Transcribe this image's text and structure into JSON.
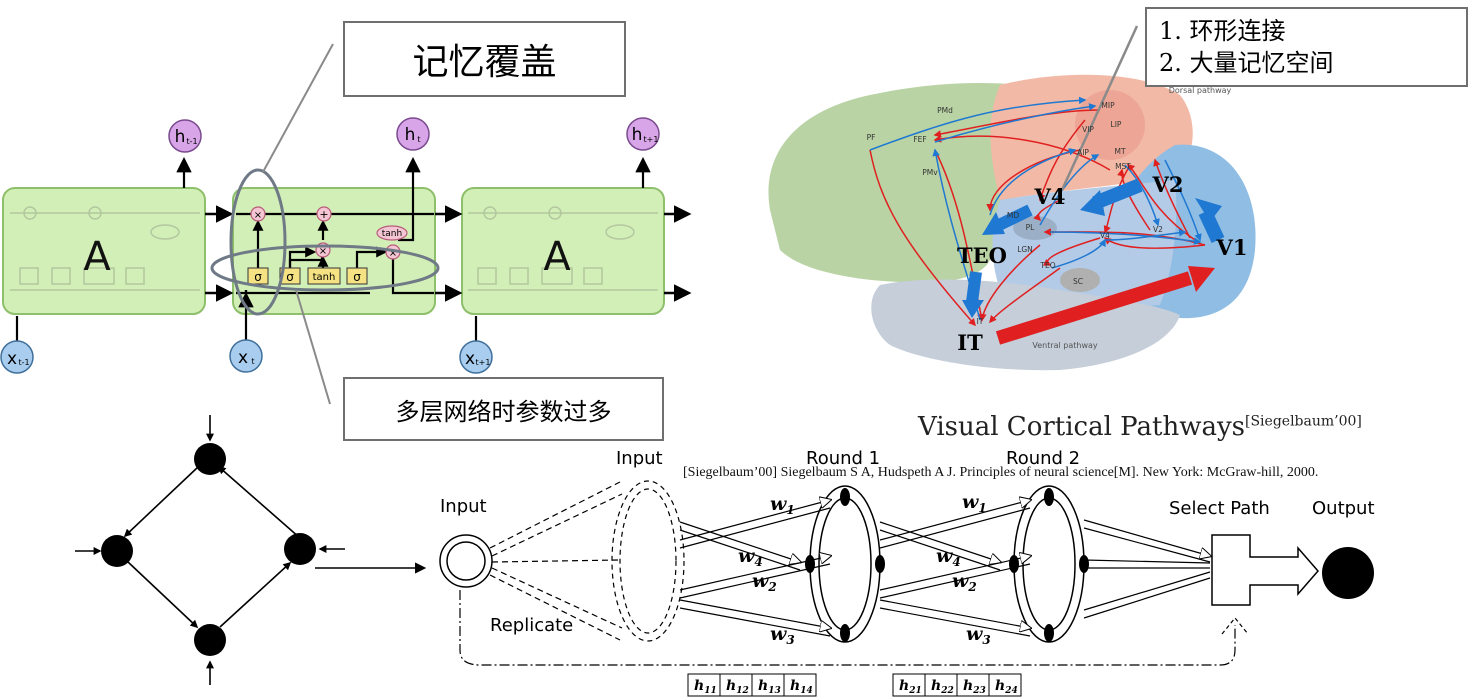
{
  "lstm": {
    "cells": [
      {
        "label": "A",
        "h": "h",
        "h_sub": "t-1",
        "x": "x",
        "x_sub": "t-1"
      },
      {
        "label": "",
        "h": "h",
        "h_sub": "t",
        "x": "x",
        "x_sub": "t"
      },
      {
        "label": "A",
        "h": "h",
        "h_sub": "t+1",
        "x": "x",
        "x_sub": "t+1"
      }
    ],
    "gates": {
      "sigma": "σ",
      "tanh": "tanh",
      "times": "×",
      "plus": "+"
    }
  },
  "callouts": {
    "memory_overwrite": "记忆覆盖",
    "too_many_params": "多层网络时参数过多",
    "properties": [
      "1.  环形连接",
      "2.  大量记忆空间"
    ]
  },
  "brain": {
    "title": "Visual Cortical Pathways",
    "title_cite": "[Siegelbaum’00]",
    "citation": "[Siegelbaum’00] Siegelbaum S A, Hudspeth A J. Principles of neural science[M]. New York: McGraw-hill, 2000.",
    "pathway_labels": {
      "dorsal": "Dorsal pathway",
      "ventral": "Ventral pathway"
    },
    "big_areas": [
      "V4",
      "V2",
      "V1",
      "TEO",
      "IT"
    ],
    "small_areas": [
      "PMd",
      "PF",
      "FEF",
      "PMv",
      "MIP",
      "LIP",
      "VIP",
      "AIP",
      "MT",
      "MST",
      "MD",
      "PL",
      "LGN",
      "V4",
      "V2",
      "TEO",
      "SC",
      "IT"
    ],
    "colors": {
      "red_arrow": "#e02020",
      "blue_arrow": "#1f78d1",
      "frontal": "#b9d3a4",
      "dorsal": "#f2b9a6",
      "occipital": "#8fbde3",
      "temporal": "#c5ced9"
    }
  },
  "network": {
    "labels": {
      "input": "Input",
      "input_top": "Input",
      "replicate": "Replicate",
      "round1": "Round 1",
      "round2": "Round 2",
      "select_path": "Select Path",
      "output": "Output"
    },
    "weights": {
      "w1": "w",
      "w1_sub": "1",
      "w2": "w",
      "w2_sub": "2",
      "w3": "w",
      "w3_sub": "3",
      "w4": "w",
      "w4_sub": "4"
    },
    "h_group1": [
      {
        "t": "h",
        "s": "11"
      },
      {
        "t": "h",
        "s": "12"
      },
      {
        "t": "h",
        "s": "13"
      },
      {
        "t": "h",
        "s": "14"
      }
    ],
    "h_group2": [
      {
        "t": "h",
        "s": "21"
      },
      {
        "t": "h",
        "s": "22"
      },
      {
        "t": "h",
        "s": "23"
      },
      {
        "t": "h",
        "s": "24"
      }
    ]
  }
}
